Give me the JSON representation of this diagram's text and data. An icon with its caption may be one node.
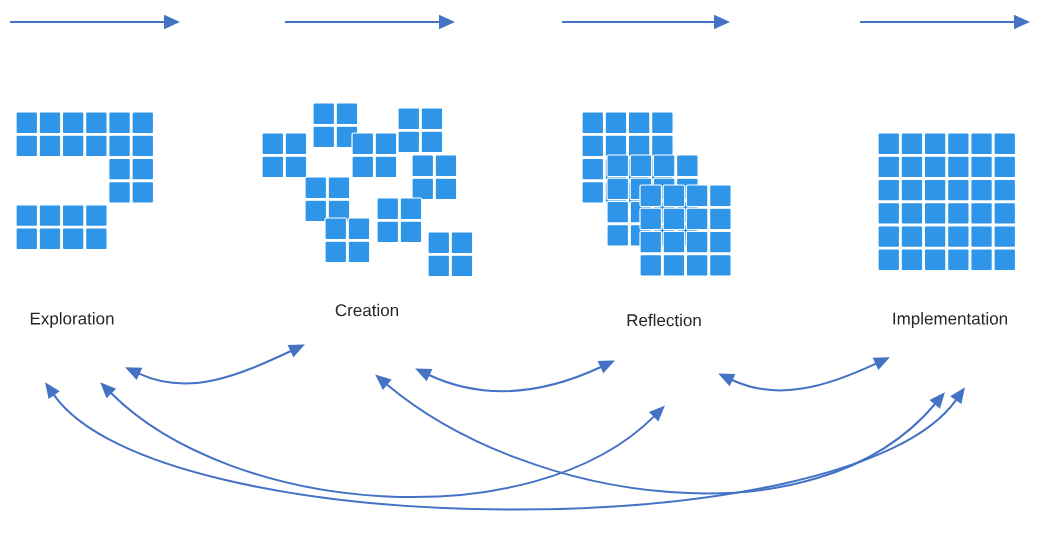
{
  "diagram": {
    "nodes": [
      {
        "text": [
          "Exploration"
        ]
      },
      {
        "text": [
          "Creation"
        ]
      },
      {
        "text": [
          "Reflection"
        ]
      },
      {
        "text": [
          "Implementation"
        ]
      }
    ],
    "edges": [
      {
        "from": 0,
        "to": 1,
        "arrow": "both"
      },
      {
        "from": 1,
        "to": 2,
        "arrow": "both"
      },
      {
        "from": 2,
        "to": 3,
        "arrow": "both"
      },
      {
        "from": 0,
        "to": 2,
        "arrow": "both"
      },
      {
        "from": 1,
        "to": 3,
        "arrow": "both"
      },
      {
        "from": 0,
        "to": 3,
        "arrow": "both"
      }
    ]
  }
}
